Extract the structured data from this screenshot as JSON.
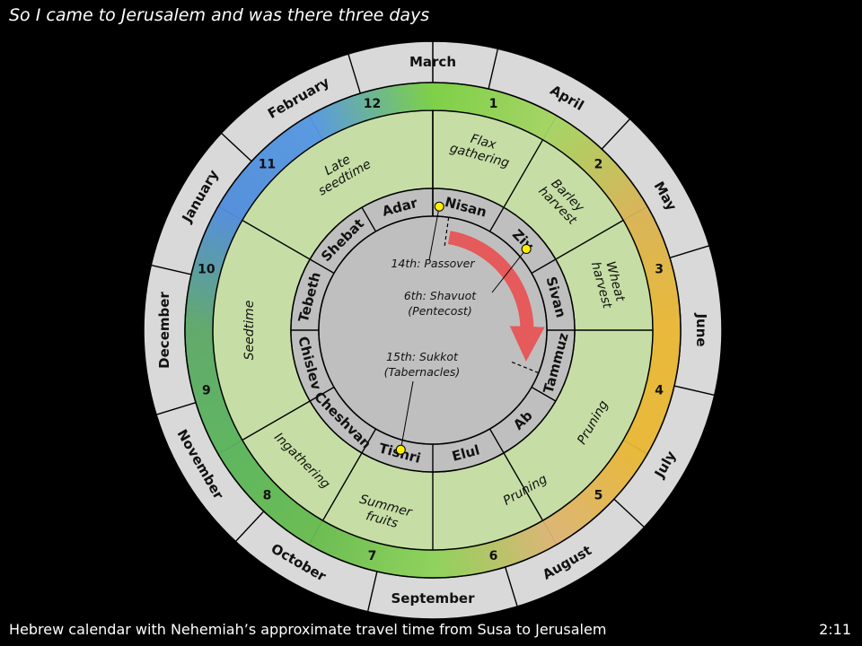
{
  "title": "So I came to Jerusalem and was there three days",
  "caption": "Hebrew calendar with Nehemiah’s approximate travel time from Susa to Jerusalem",
  "reference": "2:11",
  "gregorian_months": [
    "March",
    "April",
    "May",
    "June",
    "July",
    "August",
    "September",
    "October",
    "November",
    "December",
    "January",
    "February"
  ],
  "month_numbers": [
    "1",
    "2",
    "3",
    "4",
    "5",
    "6",
    "7",
    "8",
    "9",
    "10",
    "11",
    "12"
  ],
  "month_number_colors": [
    "#7ed048",
    "#a6d466",
    "#d9b55a",
    "#e8b93a",
    "#e8b93a",
    "#dcb676",
    "#8fd25c",
    "#6cbd54",
    "#5fb660",
    "#62aa6c",
    "#5690dc",
    "#5a9ae0"
  ],
  "seasons": [
    {
      "lines": [
        "Flax",
        "gathering"
      ]
    },
    {
      "lines": [
        "Barley",
        "harvest"
      ]
    },
    {
      "lines": [
        "Wheat",
        "harvest"
      ]
    },
    {
      "lines": [
        "Pruning"
      ]
    },
    {
      "lines": [
        "Pruning"
      ]
    },
    {
      "lines": [
        "Summer",
        "fruits"
      ]
    },
    {
      "lines": [
        "Ingathering"
      ]
    },
    {
      "lines": [
        "Seedtime"
      ]
    },
    {
      "lines": [
        "Late",
        "seedtime"
      ]
    }
  ],
  "hebrew_months": [
    "Nisan",
    "Ziv",
    "Sivan",
    "Tammuz",
    "Ab",
    "Elul",
    "Tishri",
    "Cheshvan",
    "Chislev",
    "Tebeth",
    "Shebat",
    "Adar"
  ],
  "feasts": [
    {
      "label": "14th: Passover"
    },
    {
      "label": "6th: Shavuot",
      "sublabel": "(Pentecost)"
    },
    {
      "label": "15th: Sukkot",
      "sublabel": "(Tabernacles)"
    }
  ],
  "colors": {
    "background": "#000000",
    "outer_ring": "#d9d9d9",
    "season_ring": "#c6dea5",
    "hebrew_ring": "#bfbfbf",
    "center": "#bfbfbf",
    "travel_arrow": "#e55a5a",
    "feast_marker": "#ffee00"
  }
}
